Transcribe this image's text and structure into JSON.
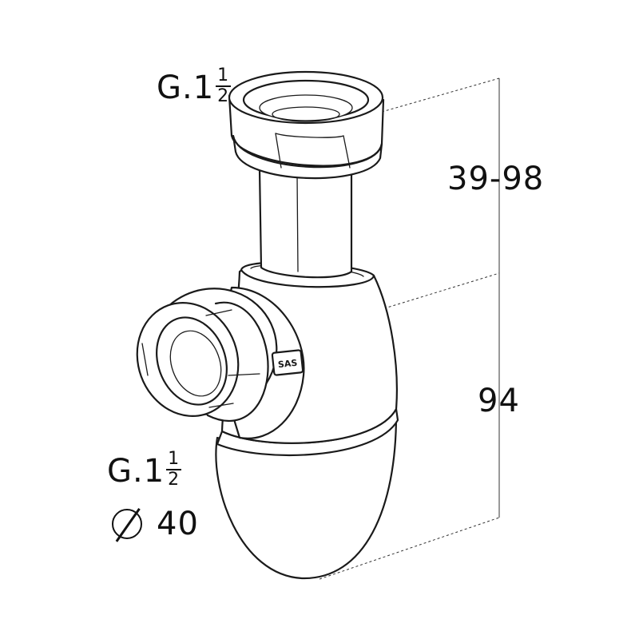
{
  "labels": {
    "top_thread": {
      "prefix": "G.1",
      "num": "1",
      "den": "2"
    },
    "outlet_thread": {
      "prefix": "G.1",
      "num": "1",
      "den": "2"
    },
    "outlet_diameter": "40",
    "height_adjust": "39-98",
    "body_height": "94"
  },
  "logo_text": "SAS"
}
